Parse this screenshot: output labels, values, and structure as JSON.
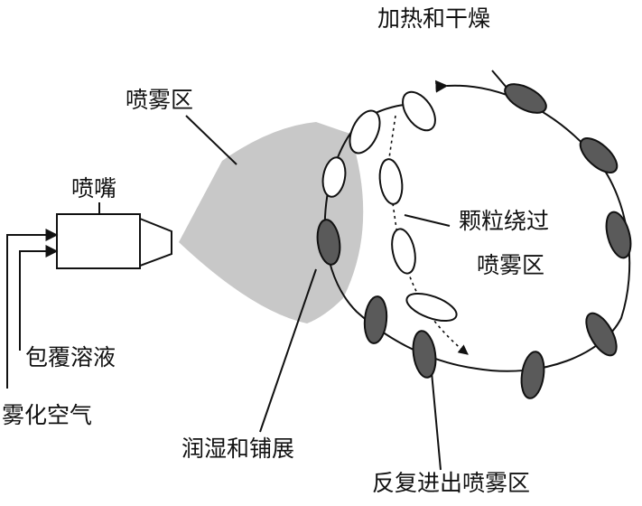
{
  "labels": {
    "heating_drying": "加热和干燥",
    "spray_zone": "喷雾区",
    "nozzle": "喷嘴",
    "particles_bypass_line1": "颗粒绕过",
    "particles_bypass_line2": "喷雾区",
    "coating_solution": "包覆溶液",
    "atomizing_air": "雾化空气",
    "wetting_spreading": "润湿和铺展",
    "repeated_entry": "反复进出喷雾区"
  },
  "colors": {
    "spray_fill": "#c8c8c8",
    "wet_particle": "#5a5a5a",
    "dry_particle": "#ffffff",
    "line": "#111111"
  },
  "icons": {
    "arrow": "arrowhead-icon"
  }
}
